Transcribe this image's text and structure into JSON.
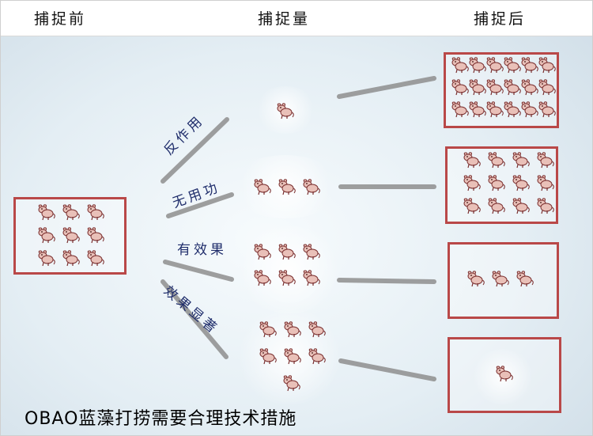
{
  "header": {
    "before": "捕捉前",
    "catch": "捕捉量",
    "after": "捕捉后"
  },
  "strategies": [
    {
      "label": "反作用",
      "catch_count": 1,
      "after_count": 18
    },
    {
      "label": "无用功",
      "catch_count": 3,
      "after_count": 12
    },
    {
      "label": "有效果",
      "catch_count": 6,
      "after_count": 3
    },
    {
      "label": "效果显著",
      "catch_count": 7,
      "after_count": 1
    }
  ],
  "initial_count": 9,
  "caption": "OBAO蓝藻打捞需要合理技术措施",
  "colors": {
    "box_border": "#b94848",
    "line": "#8f8f8f",
    "strategy_text": "#1f2d6b"
  }
}
